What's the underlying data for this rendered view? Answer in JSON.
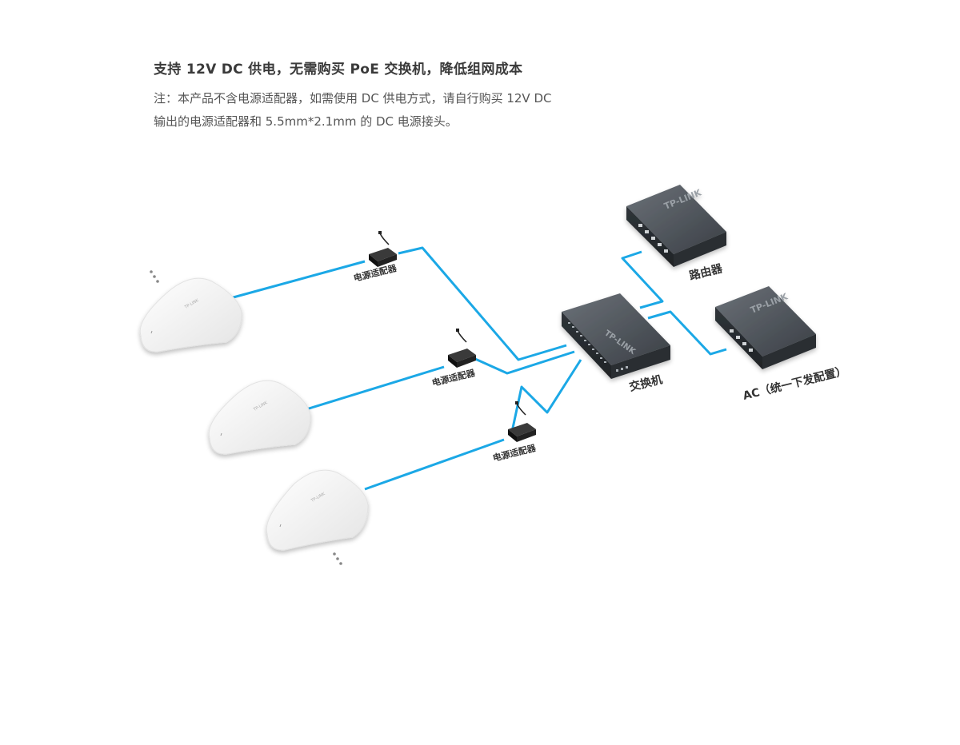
{
  "title": "支持 12V DC 供电，无需购买 PoE 交换机，降低组网成本",
  "note": [
    "注：本产品不含电源适配器，如需使用 DC 供电方式，请自行购买 12V DC",
    "输出的电源适配器和 5.5mm*2.1mm 的 DC 电源接头。"
  ],
  "labels": {
    "adapter": "电源适配器",
    "switch": "交换机",
    "router": "路由器",
    "ac": "AC（统一下发配置）"
  },
  "brand": "TP-LINK",
  "colors": {
    "cable": "#1ba8e6",
    "device_dark": "#3c4249",
    "ap_body": "#f4f4f4"
  }
}
